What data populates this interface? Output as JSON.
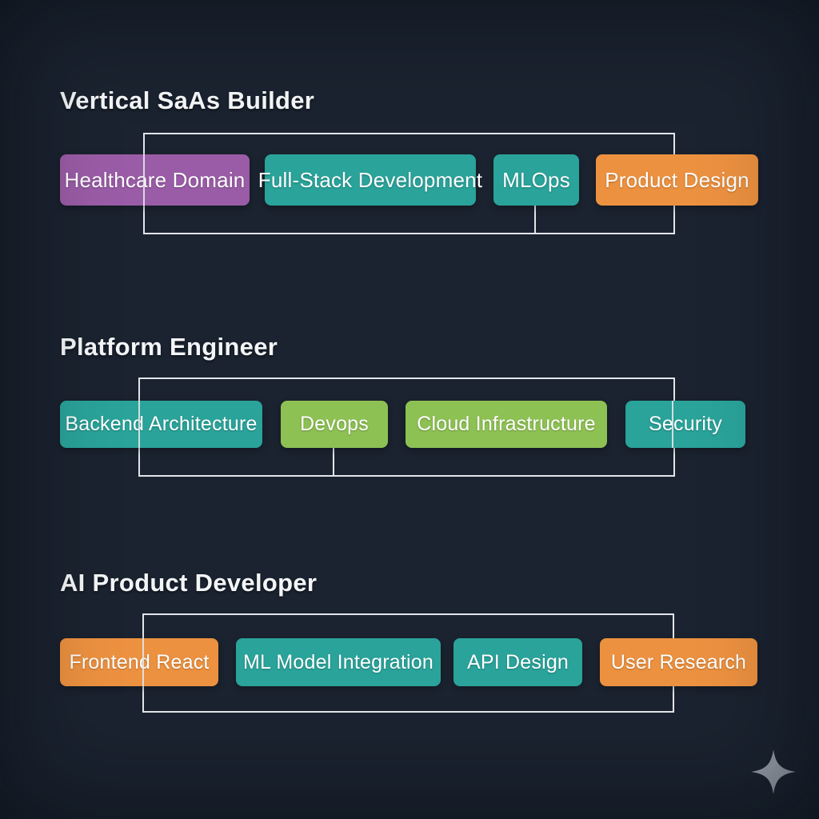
{
  "palette": {
    "background": "#1b2330",
    "frame_line": "#e2e6ea",
    "purple": "#9a5ca6",
    "teal": "#2aa39a",
    "green": "#8ec154",
    "orange": "#ec9140",
    "title_text": "#f3f5f7",
    "badge_text": "#ffffff",
    "sparkle": "#99a1ac"
  },
  "groups": [
    {
      "title": "Vertical SaAs Builder",
      "badges": [
        {
          "label": "Healthcare Domain",
          "color": "purple"
        },
        {
          "label": "Full-Stack Development",
          "color": "teal"
        },
        {
          "label": "MLOps",
          "color": "teal"
        },
        {
          "label": "Product Design",
          "color": "orange"
        }
      ]
    },
    {
      "title": "Platform Engineer",
      "badges": [
        {
          "label": "Backend Architecture",
          "color": "teal"
        },
        {
          "label": "Devops",
          "color": "green"
        },
        {
          "label": "Cloud Infrastructure",
          "color": "green"
        },
        {
          "label": "Security",
          "color": "teal"
        }
      ]
    },
    {
      "title": "AI Product Developer",
      "badges": [
        {
          "label": "Frontend React",
          "color": "orange"
        },
        {
          "label": "ML Model Integration",
          "color": "teal"
        },
        {
          "label": "API Design",
          "color": "teal"
        },
        {
          "label": "User Research",
          "color": "orange"
        }
      ]
    }
  ],
  "footer": {
    "sparkle_icon": "four-pointed-star"
  }
}
